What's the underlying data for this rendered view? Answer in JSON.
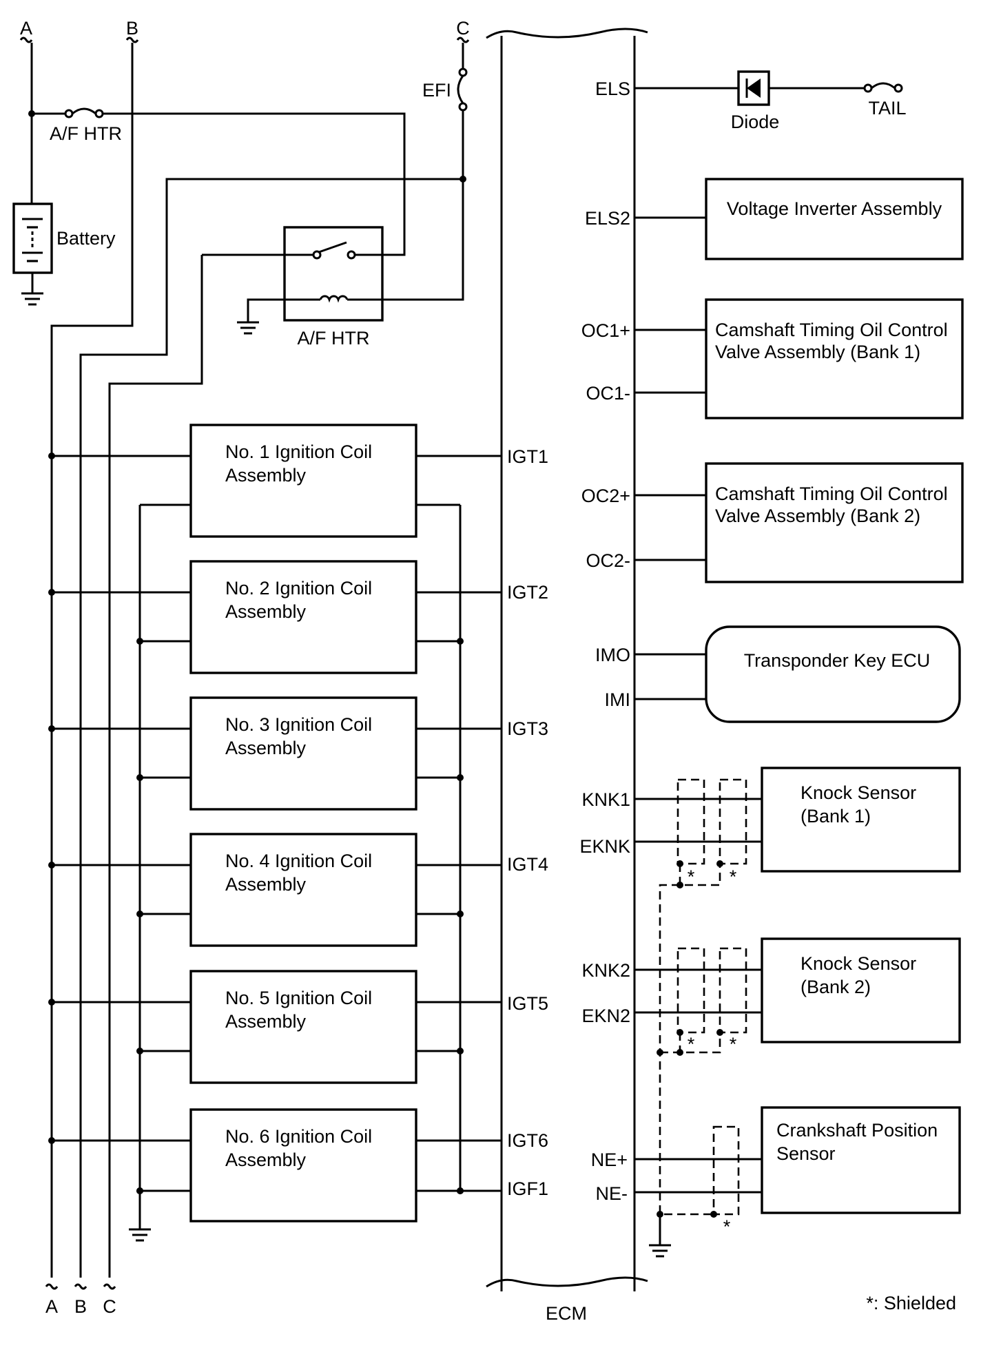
{
  "connectors": {
    "a": "A",
    "b": "B",
    "c": "C"
  },
  "fuses": {
    "af_htr": "A/F HTR",
    "efi": "EFI",
    "tail": "TAIL"
  },
  "battery": "Battery",
  "relay": "A/F HTR",
  "diode": "Diode",
  "ecm": {
    "name": "ECM",
    "left_terminals": [
      "IGT1",
      "IGT2",
      "IGT3",
      "IGT4",
      "IGT5",
      "IGT6",
      "IGF1"
    ],
    "right_terminals": {
      "els": "ELS",
      "els2": "ELS2",
      "oc1p": "OC1+",
      "oc1m": "OC1-",
      "oc2p": "OC2+",
      "oc2m": "OC2-",
      "imo": "IMO",
      "imi": "IMI",
      "knk1": "KNK1",
      "eknk": "EKNK",
      "knk2": "KNK2",
      "ekn2": "EKN2",
      "nep": "NE+",
      "nem": "NE-"
    }
  },
  "coils": [
    {
      "line1": "No. 1 Ignition Coil",
      "line2": "Assembly"
    },
    {
      "line1": "No. 2 Ignition Coil",
      "line2": "Assembly"
    },
    {
      "line1": "No. 3 Ignition Coil",
      "line2": "Assembly"
    },
    {
      "line1": "No. 4 Ignition Coil",
      "line2": "Assembly"
    },
    {
      "line1": "No. 5 Ignition Coil",
      "line2": "Assembly"
    },
    {
      "line1": "No. 6 Ignition Coil",
      "line2": "Assembly"
    }
  ],
  "components": {
    "inverter": "Voltage Inverter Assembly",
    "ocv1": {
      "line1": "Camshaft Timing Oil Control",
      "line2": "Valve Assembly (Bank 1)"
    },
    "ocv2": {
      "line1": "Camshaft Timing Oil Control",
      "line2": "Valve Assembly (Bank 2)"
    },
    "transponder": "Transponder Key ECU",
    "knock1": {
      "line1": "Knock Sensor",
      "line2": "(Bank 1)"
    },
    "knock2": {
      "line1": "Knock Sensor",
      "line2": "(Bank 2)"
    },
    "crank": {
      "line1": "Crankshaft Position",
      "line2": "Sensor"
    }
  },
  "shield_marker": "*",
  "legend": "*: Shielded"
}
